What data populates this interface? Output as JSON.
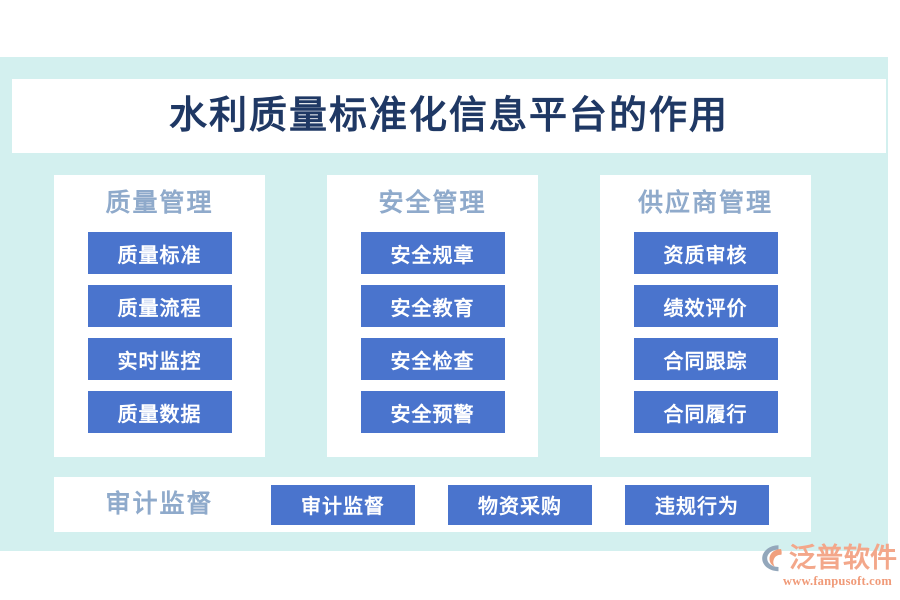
{
  "theme": {
    "background": "#ffffff",
    "panel_mint": "#d3f0ef",
    "card_white": "#ffffff",
    "pill_blue": "#4a74cd",
    "pill_text": "#ffffff",
    "title_navy": "#1f3864",
    "section_heading_blue": "#8faacb",
    "brand_orange": "#f3a78a",
    "brand_mark_grey": "#93a7bb"
  },
  "header": {
    "title": "水利质量标准化信息平台的作用"
  },
  "columns": [
    {
      "heading": "质量管理",
      "items": [
        "质量标准",
        "质量流程",
        "实时监控",
        "质量数据"
      ]
    },
    {
      "heading": "安全管理",
      "items": [
        "安全规章",
        "安全教育",
        "安全检查",
        "安全预警"
      ]
    },
    {
      "heading": "供应商管理",
      "items": [
        "资质审核",
        "绩效评价",
        "合同跟踪",
        "合同履行"
      ]
    }
  ],
  "audit_row": {
    "heading": "审计监督",
    "items": [
      "审计监督",
      "物资采购",
      "违规行为"
    ]
  },
  "brand": {
    "mark_icon": "fanpu-swoosh-logo-icon",
    "name": "泛普软件",
    "url": "www.fanpusoft.com"
  }
}
